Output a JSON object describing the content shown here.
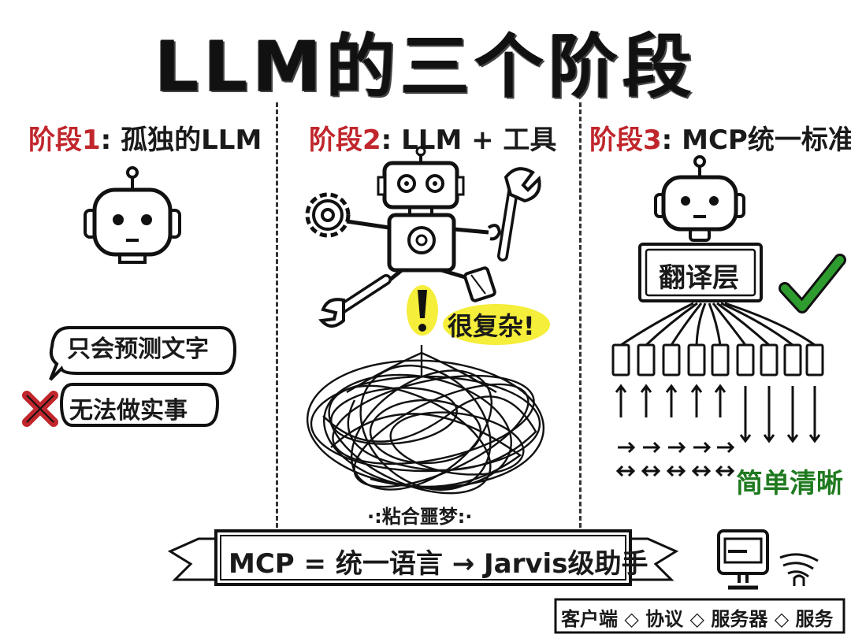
{
  "title": "LLM的三个阶段",
  "stages": [
    {
      "prefix": "阶段1",
      "sep": ": ",
      "label": "孤独的LLM"
    },
    {
      "prefix": "阶段2",
      "sep": ": ",
      "label": "LLM + 工具"
    },
    {
      "prefix": "阶段3",
      "sep": ": ",
      "label": "MCP统一标准"
    }
  ],
  "stage1": {
    "bubble_top": "只会预测文字",
    "bubble_bottom": "无法做实事"
  },
  "stage2": {
    "warning": "!",
    "complex": "很复杂!",
    "tangle_label": "·:粘合噩梦:·"
  },
  "stage3": {
    "layer": "翻译层",
    "result": "简单清晰"
  },
  "banner": "MCP = 统一语言 → Jarvis级助手",
  "footer": "客户端 ◇ 协议 ◇ 服务器 ◇ 服务",
  "colors": {
    "accent_red": "#c0262c",
    "check_green": "#2e9b2e",
    "highlight_yellow": "#f5ee3a"
  }
}
